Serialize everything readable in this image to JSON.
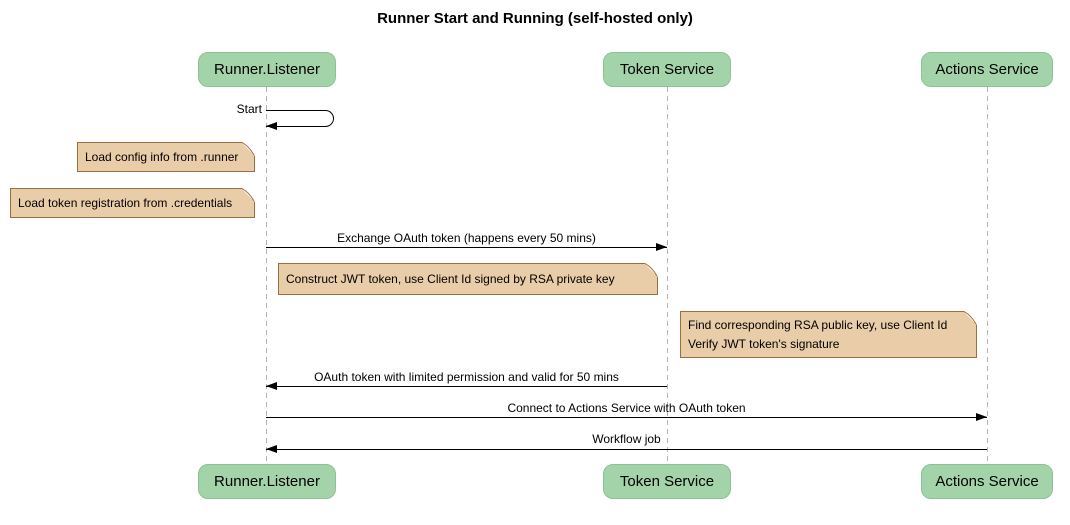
{
  "title": "Runner Start and Running (self-hosted only)",
  "participants": [
    {
      "id": "runner-listener",
      "label": "Runner.Listener"
    },
    {
      "id": "token-service",
      "label": "Token Service"
    },
    {
      "id": "actions-service",
      "label": "Actions Service"
    }
  ],
  "events": [
    {
      "type": "self-message",
      "from": "Runner.Listener",
      "to": "Runner.Listener",
      "label": "Start"
    },
    {
      "type": "note",
      "position": "left of Runner.Listener",
      "label": "Load config info from .runner"
    },
    {
      "type": "note",
      "position": "left of Runner.Listener",
      "label": "Load token registration from .credentials"
    },
    {
      "type": "message",
      "from": "Runner.Listener",
      "to": "Token Service",
      "label": "Exchange OAuth token (happens every 50 mins)"
    },
    {
      "type": "note",
      "position": "over Runner.Listener and Token Service",
      "label": "Construct JWT token, use Client Id signed by RSA private key"
    },
    {
      "type": "note",
      "position": "over Token Service and Actions Service",
      "lines": [
        "Find corresponding RSA public key, use Client Id",
        "Verify JWT token's signature"
      ]
    },
    {
      "type": "message",
      "from": "Token Service",
      "to": "Runner.Listener",
      "label": "OAuth token with limited permission and valid for 50 mins"
    },
    {
      "type": "message",
      "from": "Runner.Listener",
      "to": "Actions Service",
      "label": "Connect to Actions Service with OAuth token"
    },
    {
      "type": "message",
      "from": "Actions Service",
      "to": "Runner.Listener",
      "label": "Workflow job"
    }
  ],
  "colors": {
    "background": "#ffffff",
    "participant_fill": "#a3d3a9",
    "participant_border": "#8fbf97",
    "note_fill": "#e9cca8",
    "note_border": "#9a6f3f",
    "lifeline": "#b3b3b3",
    "message": "#000000"
  }
}
